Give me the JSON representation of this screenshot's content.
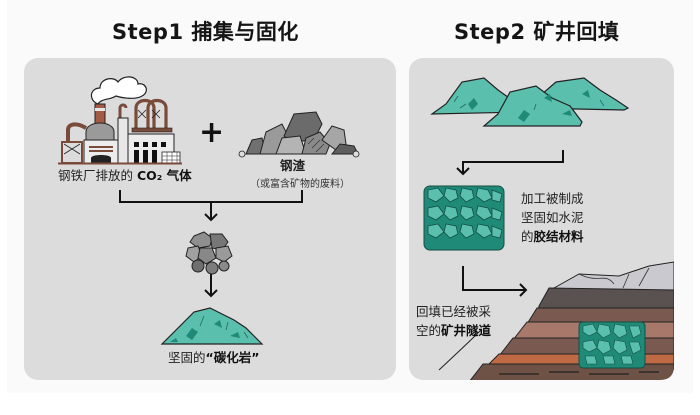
{
  "step1": {
    "title": "Step1 捕集与固化",
    "factory_label_prefix": "钢铁厂排放的",
    "factory_label_bold": "CO₂ 气体",
    "plus_sign": "+",
    "slag_label": "钢渣",
    "slag_sublabel": "（或富含矿物的废料）",
    "result_label_prefix": "坚固的",
    "result_label_bold": "“碳化岩”"
  },
  "step2": {
    "title": "Step2 矿井回填",
    "process_line1": "加工被制成",
    "process_line2": "坚固如水泥",
    "process_line3_prefix": "的",
    "process_line3_bold": "胶结材料",
    "backfill_line1": "回填已经被采",
    "backfill_line2_prefix": "空的",
    "backfill_line2_bold": "矿井隧道"
  },
  "colors": {
    "panel_bg": "#dcdcdc",
    "canvas_bg": "#fafafa",
    "teal_rock": "#5bbfae",
    "teal_dark": "#1f8a78",
    "gray_rock": "#8a8a8a",
    "factory_brown": "#7a4a3a",
    "soil_brown": "#6e5246",
    "soil_orange": "#c06a45",
    "soil_pink": "#a8796a"
  }
}
